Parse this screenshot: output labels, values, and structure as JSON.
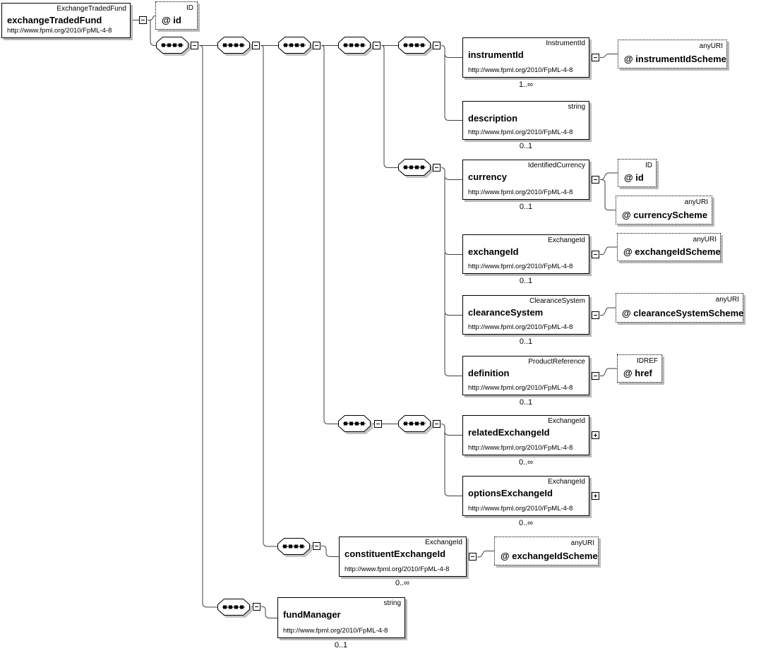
{
  "namespace": "http://www.fpml.org/2010/FpML-4-8",
  "elements": {
    "root": {
      "typeName": "ExchangeTradedFund",
      "name": "exchangeTradedFund",
      "ns": "http://www.fpml.org/2010/FpML-4-8"
    },
    "instrumentId": {
      "typeName": "InstrumentId",
      "name": "instrumentId",
      "ns": "http://www.fpml.org/2010/FpML-4-8",
      "cardinality": "1..∞"
    },
    "description": {
      "typeName": "string",
      "name": "description",
      "ns": "http://www.fpml.org/2010/FpML-4-8",
      "cardinality": "0..1"
    },
    "currency": {
      "typeName": "IdentifiedCurrency",
      "name": "currency",
      "ns": "http://www.fpml.org/2010/FpML-4-8",
      "cardinality": "0..1"
    },
    "exchangeId": {
      "typeName": "ExchangeId",
      "name": "exchangeId",
      "ns": "http://www.fpml.org/2010/FpML-4-8",
      "cardinality": "0..1"
    },
    "clearanceSystem": {
      "typeName": "ClearanceSystem",
      "name": "clearanceSystem",
      "ns": "http://www.fpml.org/2010/FpML-4-8",
      "cardinality": "0..1"
    },
    "definition": {
      "typeName": "ProductReference",
      "name": "definition",
      "ns": "http://www.fpml.org/2010/FpML-4-8",
      "cardinality": "0..1"
    },
    "relatedExchangeId": {
      "typeName": "ExchangeId",
      "name": "relatedExchangeId",
      "ns": "http://www.fpml.org/2010/FpML-4-8",
      "cardinality": "0..∞"
    },
    "optionsExchangeId": {
      "typeName": "ExchangeId",
      "name": "optionsExchangeId",
      "ns": "http://www.fpml.org/2010/FpML-4-8",
      "cardinality": "0..∞"
    },
    "constituentExchangeId": {
      "typeName": "ExchangeId",
      "name": "constituentExchangeId",
      "ns": "http://www.fpml.org/2010/FpML-4-8",
      "cardinality": "0..∞"
    },
    "fundManager": {
      "typeName": "string",
      "name": "fundManager",
      "ns": "http://www.fpml.org/2010/FpML-4-8",
      "cardinality": "0..1"
    }
  },
  "attributes": {
    "rootId": {
      "typeName": "ID",
      "name": "@ id"
    },
    "instrumentIdScheme": {
      "typeName": "anyURI",
      "name": "@ instrumentIdScheme"
    },
    "currencyId": {
      "typeName": "ID",
      "name": "@ id"
    },
    "currencyScheme": {
      "typeName": "anyURI",
      "name": "@ currencyScheme"
    },
    "exchangeIdScheme": {
      "typeName": "anyURI",
      "name": "@ exchangeIdScheme"
    },
    "clearanceSystemScheme": {
      "typeName": "anyURI",
      "name": "@ clearanceSystemScheme"
    },
    "href": {
      "typeName": "IDREF",
      "name": "@ href"
    },
    "constituentScheme": {
      "typeName": "anyURI",
      "name": "@ exchangeIdScheme"
    }
  },
  "icons": {
    "sequence": "sequence-compositor",
    "collapse": "minus-toggle",
    "expand": "plus-toggle"
  },
  "colors": {
    "line": "#3f3f3f",
    "border": "#000000",
    "shadow": "#b9b9b9",
    "background": "#ffffff"
  }
}
